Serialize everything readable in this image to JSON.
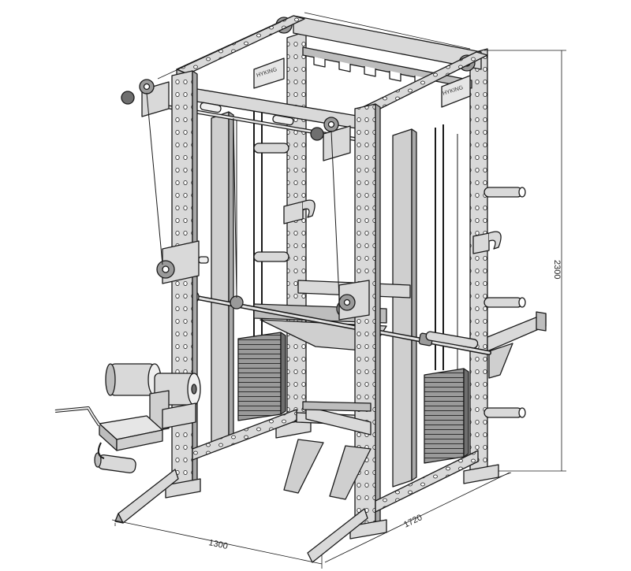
{
  "dimensions": {
    "width": "1300",
    "depth": "1720",
    "height": "2300"
  },
  "colors": {
    "line": "#1a1a1a",
    "frame_fill": "#d9d9d9",
    "frame_dark": "#a9a9a9",
    "weight_fill": "#8f8f8f",
    "background": "#ffffff"
  },
  "logo_text": "HYKING"
}
